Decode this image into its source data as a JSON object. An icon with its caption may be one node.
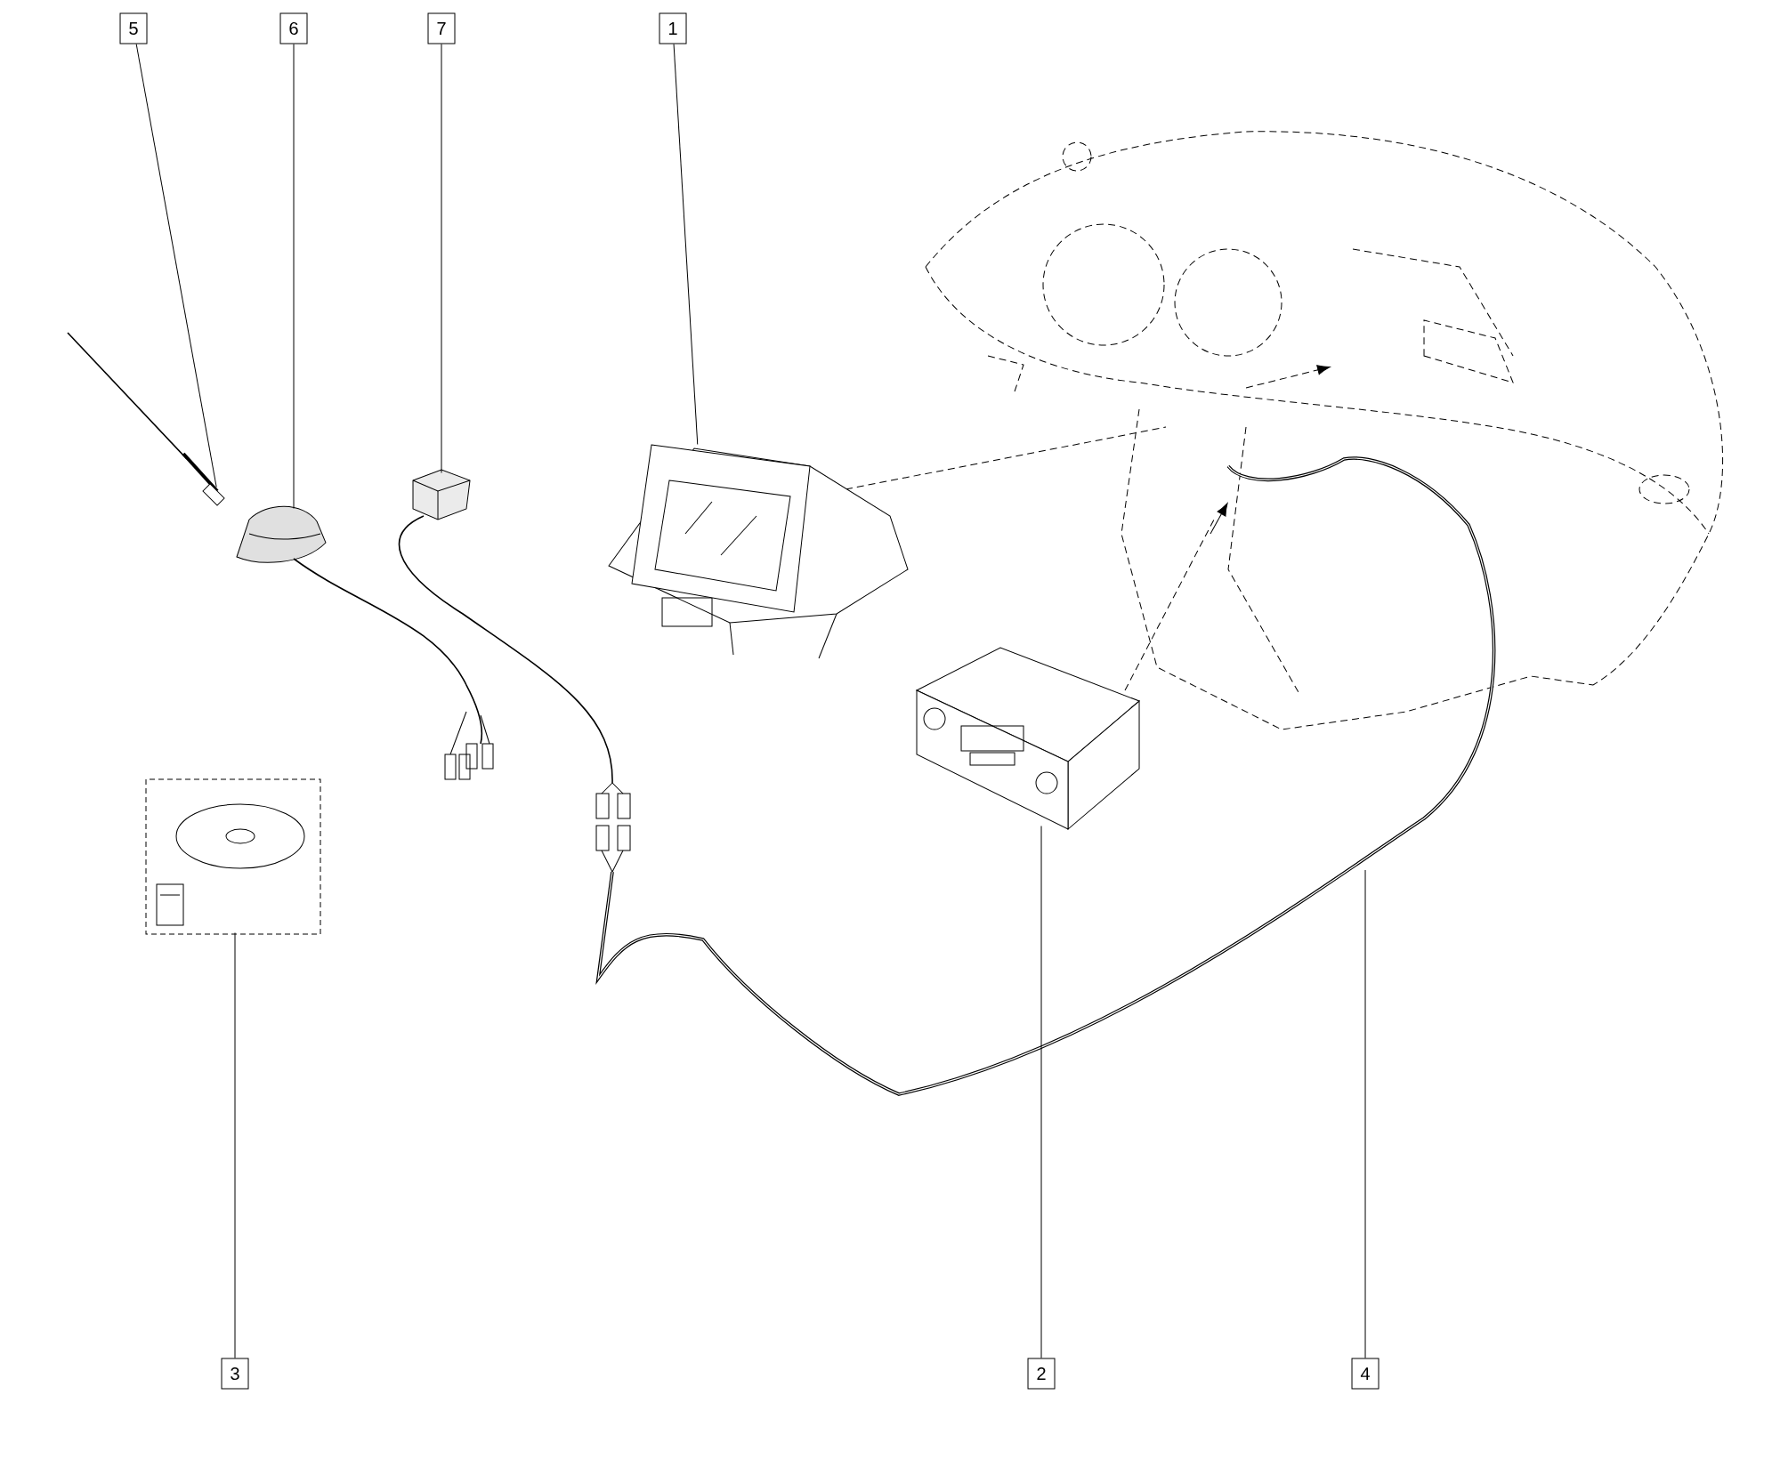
{
  "diagram": {
    "nodes": [
      {
        "text": [
          "5"
        ]
      },
      {
        "text": [
          "6"
        ]
      },
      {
        "text": [
          "7"
        ]
      },
      {
        "text": [
          "1"
        ]
      },
      {
        "text": [],
        "shape": "picture"
      },
      {
        "text": [],
        "shape": "picture"
      },
      {
        "text": [],
        "shape": "picture"
      },
      {
        "text": [],
        "shape": "picture"
      },
      {
        "text": [],
        "shape": "picture"
      },
      {
        "text": [],
        "shape": "picture"
      },
      {
        "text": [
          "3"
        ]
      },
      {
        "text": [
          "2"
        ]
      },
      {
        "text": [
          "4"
        ]
      }
    ],
    "edges": [
      {
        "from": 0,
        "to": 4,
        "arrow": "none"
      },
      {
        "from": 1,
        "to": 5,
        "arrow": "none"
      },
      {
        "from": 2,
        "to": 6,
        "arrow": "none"
      },
      {
        "from": 3,
        "to": 7,
        "arrow": "none"
      },
      {
        "from": 10,
        "to": 8,
        "arrow": "none"
      },
      {
        "from": 11,
        "to": 9,
        "arrow": "none"
      },
      {
        "from": 12,
        "to": null,
        "arrow": "none"
      }
    ]
  }
}
